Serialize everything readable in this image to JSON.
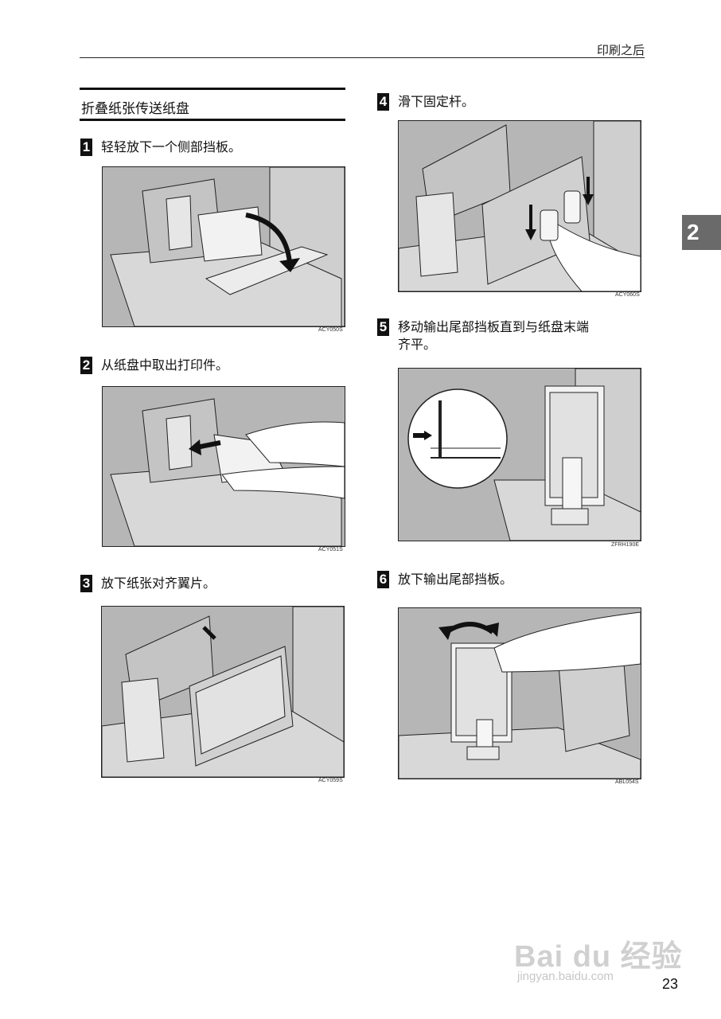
{
  "header": {
    "title": "印刷之后"
  },
  "section": {
    "title": "折叠纸张传送纸盘"
  },
  "chapter_tab": "2",
  "steps": [
    {
      "num": "1",
      "text": "轻轻放下一个侧部挡板。",
      "figure_code": "ACY050S"
    },
    {
      "num": "2",
      "text": "从纸盘中取出打印件。",
      "figure_code": "ACY051S"
    },
    {
      "num": "3",
      "text": "放下纸张对齐翼片。",
      "figure_code": "ACY059S"
    },
    {
      "num": "4",
      "text": "滑下固定杆。",
      "figure_code": "ACY060S"
    },
    {
      "num": "5",
      "text_line1": "移动输出尾部挡板直到与纸盘末端",
      "text_line2": "齐平。",
      "figure_code": "ZFRH190E"
    },
    {
      "num": "6",
      "text": "放下输出尾部挡板。",
      "figure_code": "ABL054S"
    }
  ],
  "watermark": {
    "brand": "Bai du 经验",
    "url": "jingyan.baidu.com"
  },
  "page_number": "23"
}
